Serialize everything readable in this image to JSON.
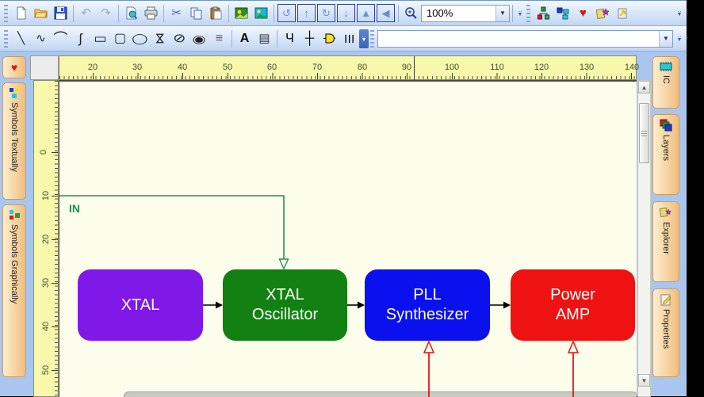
{
  "icons": {
    "undo": "↶",
    "redo": "↷",
    "cut": "✂",
    "heart": "♥",
    "transform_1": "↺",
    "transform_2": "↑",
    "transform_3": "↻",
    "transform_4": "↓",
    "transform_5": "▲",
    "transform_6": "◀",
    "line": "╲",
    "wave": "∿",
    "arc": "⌒",
    "bezier": "ʃ",
    "rect": "▭",
    "rounded_rect": "▢",
    "ellipse": "◯",
    "hourglass": "⋈",
    "slashed_circle": "⊘",
    "fisheye": "◉",
    "menu_lines": "≡",
    "text_bold": "A",
    "text_box": "▤",
    "pin": "Ч",
    "junction": "┼",
    "coil": "☰",
    "dropdown": "▼",
    "scroll_up": "▲",
    "scroll_down": "▼",
    "overflow_dots": "··",
    "overflow_chevron": "▼"
  },
  "toolbar_main": {
    "zoom_value": "100%"
  },
  "toolbar_draw": {
    "symbol_combo_value": ""
  },
  "left_tabs": {
    "tab1": "Symbols Textually",
    "tab2": "Symbols Graphically"
  },
  "right_tabs": {
    "tab1": "IC",
    "tab2": "Layers",
    "tab3": "Explorer",
    "tab4": "Properties"
  },
  "ruler_h": {
    "labels": [
      "20",
      "30",
      "40",
      "50",
      "60",
      "70",
      "80",
      "90",
      "100",
      "110",
      "120",
      "130",
      "140"
    ]
  },
  "ruler_v": {
    "labels": [
      "0",
      "10",
      "20",
      "30",
      "40",
      "50"
    ]
  },
  "diagram": {
    "input_label": "IN",
    "blocks": [
      {
        "name": "XTAL",
        "line1": "XTAL",
        "line2": "",
        "color": "#8019e8"
      },
      {
        "name": "XTAL Oscillator",
        "line1": "XTAL",
        "line2": "Oscillator",
        "color": "#128012"
      },
      {
        "name": "PLL Synthesizer",
        "line1": "PLL",
        "line2": "Synthesizer",
        "color": "#0a10ee"
      },
      {
        "name": "Power AMP",
        "line1": "Power",
        "line2": "AMP",
        "color": "#ee1212"
      }
    ],
    "colors": {
      "wire": "#1e9058",
      "signal_arrow": "#e81212",
      "connector": "#000000"
    }
  }
}
